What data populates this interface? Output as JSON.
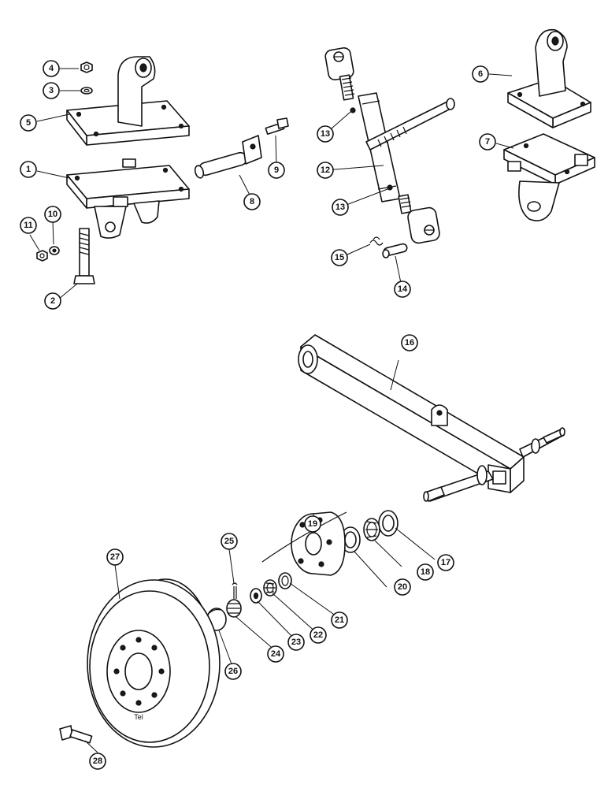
{
  "callouts": {
    "c1": "1",
    "c2": "2",
    "c3": "3",
    "c4": "4",
    "c5": "5",
    "c6": "6",
    "c7": "7",
    "c8": "8",
    "c9": "9",
    "c10": "10",
    "c11": "11",
    "c12": "12",
    "c13a": "13",
    "c13b": "13",
    "c14": "14",
    "c15": "15",
    "c16": "16",
    "c17": "17",
    "c18": "18",
    "c19": "19",
    "c20": "20",
    "c21": "21",
    "c22": "22",
    "c23": "23",
    "c24": "24",
    "c25": "25",
    "c26": "26",
    "c27": "27",
    "c28": "28"
  },
  "wheel_marking": "Tel",
  "colors": {
    "ink": "#111111",
    "paper": "#ffffff"
  }
}
